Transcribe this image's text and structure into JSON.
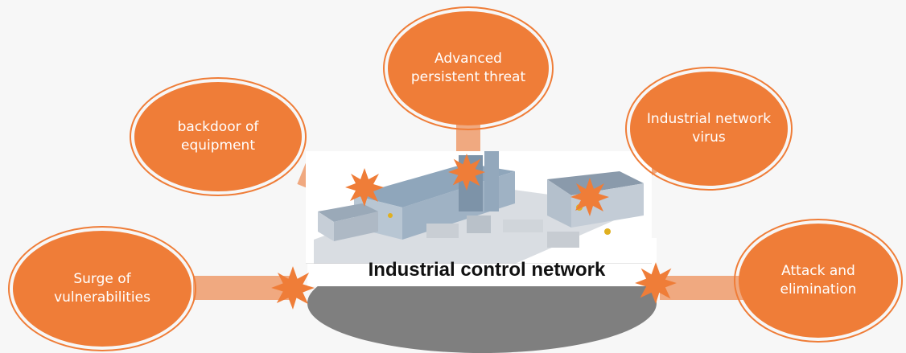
{
  "center": {
    "label": "Industrial control network"
  },
  "nodes": [
    {
      "id": "surge",
      "label": "Surge of vulnerabilities"
    },
    {
      "id": "backdoor",
      "label": "backdoor of equipment"
    },
    {
      "id": "apt",
      "label": "Advanced persistent threat"
    },
    {
      "id": "virus",
      "label": "Industrial network virus"
    },
    {
      "id": "attack",
      "label": "Attack and elimination"
    }
  ],
  "colors": {
    "bubble": "#ef7d38",
    "connector": "#f0a980",
    "pedestal": "#7f7f7f",
    "burst": "#ef7d38"
  },
  "icons": [
    "impact-burst-icon",
    "factory-illustration"
  ]
}
